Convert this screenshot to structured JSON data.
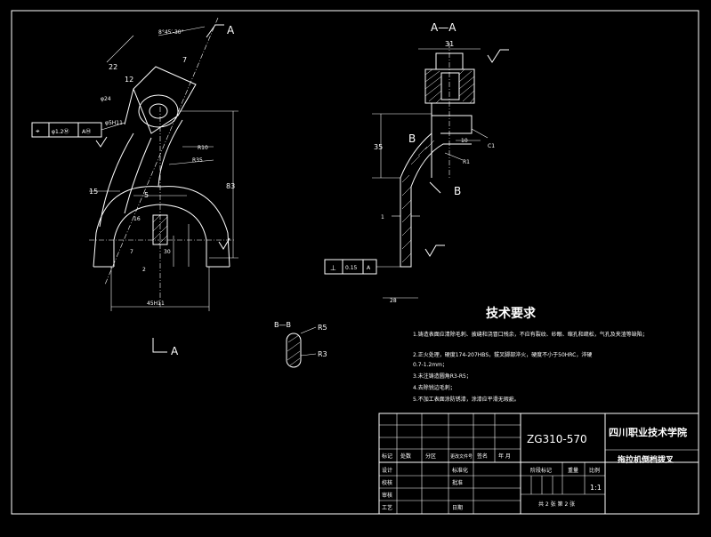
{
  "views": {
    "section_aa_label": "A—A",
    "section_bb_label": "B—B",
    "view_arrow_a": "A",
    "view_arrow_a_bottom": "A",
    "section_b_mark": "B",
    "section_b_mark_right": "B",
    "bb_r5": "R5",
    "bb_r3": "R3"
  },
  "dimensions_left": {
    "angle": "8°45′-30°",
    "d22": "22",
    "d12": "12",
    "d7": "7",
    "d24": "φ24",
    "d5h11": "φ5H11",
    "r10": "R10",
    "r35": "R35",
    "d83": "83",
    "d15": "15",
    "d5": "5",
    "d16": "16",
    "d30": "30",
    "d7b": "7",
    "d2": "2",
    "d45h11": "45H11"
  },
  "dimensions_right": {
    "d31": "31",
    "d35": "35",
    "r1": "R1",
    "d10": "10",
    "c1": "C1",
    "d1": "1",
    "d28": "28"
  },
  "tolerance_frame_left": {
    "symbol": "⌖",
    "value": "φ1.2Ⓜ",
    "datum": "AⓂ"
  },
  "tolerance_frame_right": {
    "symbol": "⊥",
    "value": "0.15",
    "datum": "A"
  },
  "tech_requirements": {
    "heading": "技术要求",
    "items": [
      "1.铸造表面应清除毛刺、披缝和浇冒口残余，不应有裂纹、砂眼、缩孔和疏松，气孔及夹渣等缺陷；",
      "2.正火处理，硬度174-207HBS，拔叉脚部淬火，硬度不小于50HRC，淬硬",
      "0.7-1.2mm；",
      "3.未注铸造圆角R3-R5；",
      "4.去除锐边毛刺；",
      "5.不加工表面涂防锈漆，涂漆应平滑无瑕疵。"
    ]
  },
  "title_block": {
    "material": "ZG310-570",
    "school": "四川职业技术学院",
    "part_name": "拖拉机倒档拨叉",
    "scale": "1:1",
    "mark_labels": [
      "标记",
      "处数",
      "分区",
      "更改文件号",
      "签名",
      "年 月"
    ],
    "row_labels": [
      "设计",
      "校核",
      "审核",
      "工艺"
    ],
    "mid_labels": [
      "标准化",
      "批准",
      "日期"
    ],
    "stage_label": "阶段标记",
    "weight_label": "重量",
    "scale_label": "比例",
    "sheet_text": "共 2 张 第 2 张"
  }
}
